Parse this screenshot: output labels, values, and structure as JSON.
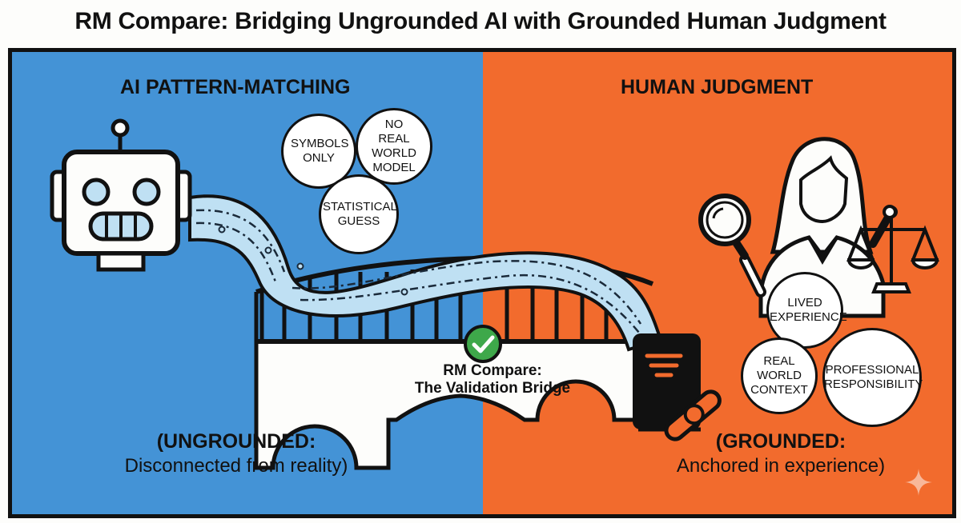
{
  "title": "RM Compare: Bridging Ungrounded AI with Grounded Human Judgment",
  "colors": {
    "left_panel": "#4493d6",
    "right_panel": "#f26b2d",
    "check_green": "#3ea84a",
    "stream": "#bfe0f3"
  },
  "left": {
    "heading": "AI PATTERN-MATCHING",
    "icon": "robot-icon",
    "bubbles": [
      {
        "label": "SYMBOLS ONLY"
      },
      {
        "label": "NO REAL WORLD MODEL"
      },
      {
        "label": "STATISTICAL GUESS"
      }
    ],
    "footer_line1": "(UNGROUNDED:",
    "footer_line2": "Disconnected from reality)"
  },
  "right": {
    "heading": "HUMAN JUDGMENT",
    "icon": "person-with-magnifier-and-scales-icon",
    "bubbles": [
      {
        "label": "LIVED EXPERIENCE"
      },
      {
        "label": "REAL WORLD CONTEXT"
      },
      {
        "label": "PROFESSIONAL RESPONSIBILITY"
      }
    ],
    "footer_line1": "(GROUNDED:",
    "footer_line2": "Anchored in experience)"
  },
  "bridge": {
    "line1": "RM Compare:",
    "line2": "The Validation Bridge",
    "badge_icon": "check-icon",
    "destination_icon": "book-with-diploma-icon"
  },
  "corner_icon": "sparkle-icon"
}
